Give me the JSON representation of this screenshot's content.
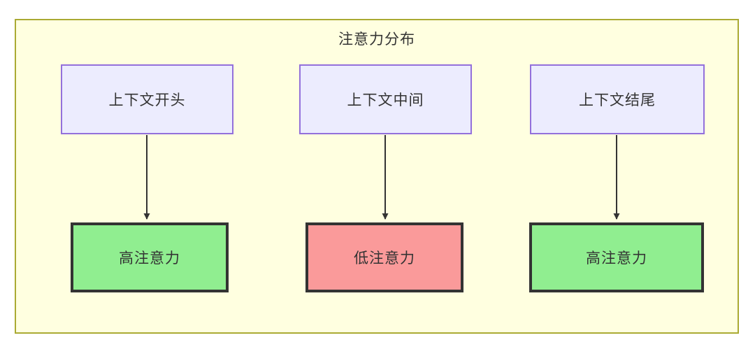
{
  "diagram": {
    "title": "注意力分布",
    "colors": {
      "container_fill": "#ffffe0",
      "container_border": "#aaaa33",
      "context_fill": "#ececfe",
      "context_border": "#9370db",
      "high_fill": "#90ee90",
      "low_fill": "#fa9a9a",
      "strong_border": "#333333",
      "edge": "#333333",
      "text": "#333333"
    },
    "columns": [
      {
        "context_label": "上下文开头",
        "attention_label": "高注意力",
        "attention_level": "high",
        "arrow": "down-arrow-icon"
      },
      {
        "context_label": "上下文中间",
        "attention_label": "低注意力",
        "attention_level": "low",
        "arrow": "down-arrow-icon"
      },
      {
        "context_label": "上下文结尾",
        "attention_label": "高注意力",
        "attention_level": "high",
        "arrow": "down-arrow-icon"
      }
    ]
  }
}
